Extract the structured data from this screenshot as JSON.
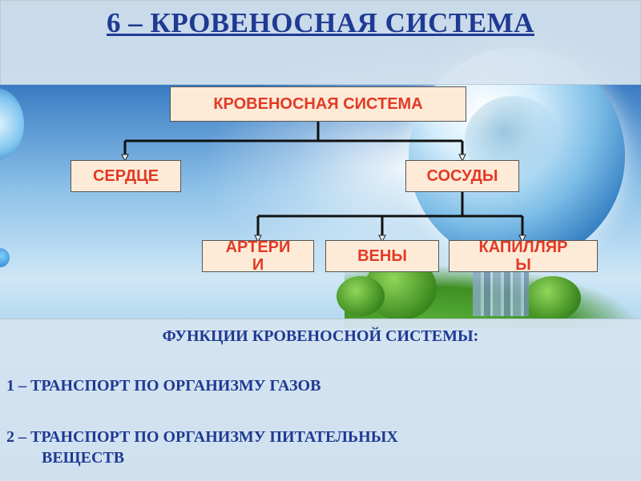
{
  "title": "6 – КРОВЕНОСНАЯ СИСТЕМА",
  "diagram": {
    "root": "КРОВЕНОСНАЯ СИСТЕМА",
    "level1": {
      "heart": "СЕРДЦЕ",
      "vessels": "СОСУДЫ"
    },
    "level2": {
      "arteries_line1": "АРТЕРИ",
      "arteries_line2": "И",
      "veins": "ВЕНЫ",
      "capillaries_line1": "КАПИЛЛЯР",
      "capillaries_line2": "Ы"
    }
  },
  "functions": {
    "heading": "ФУНКЦИИ КРОВЕНОСНОЙ СИСТЕМЫ:",
    "item1": "1 – ТРАНСПОРТ ПО ОРГАНИЗМУ ГАЗОВ",
    "item2_line1": "2 – ТРАНСПОРТ ПО ОРГАНИЗМУ ПИТАТЕЛЬНЫХ",
    "item2_line2": "ВЕЩЕСТВ"
  },
  "colors": {
    "title": "#1f3a93",
    "box_text": "#e23a25",
    "box_fill": "#fdebd8"
  }
}
